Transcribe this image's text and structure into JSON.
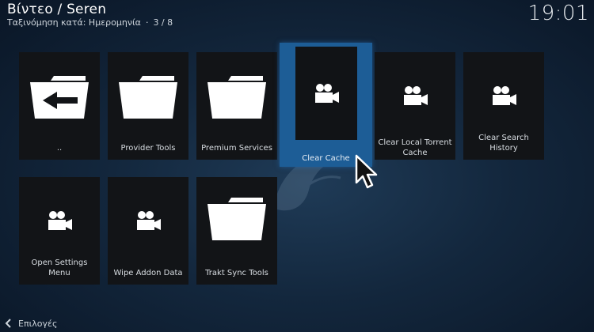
{
  "header": {
    "title": "Βίντεο / Seren",
    "sort_label": "Ταξινόμηση κατά: Ημερομηνία",
    "position": "3 / 8",
    "separator": "·"
  },
  "clock": "19:01",
  "tiles": [
    {
      "label": "..",
      "icon": "back-folder-icon"
    },
    {
      "label": "Provider Tools",
      "icon": "folder-icon"
    },
    {
      "label": "Premium Services",
      "icon": "folder-icon"
    },
    {
      "label": "Clear Cache",
      "icon": "camera-icon",
      "focused": true
    },
    {
      "label": "Clear Local Torrent Cache",
      "icon": "camera-icon"
    },
    {
      "label": "Clear Search History",
      "icon": "camera-icon"
    },
    {
      "label": "Open Settings Menu",
      "icon": "camera-icon"
    },
    {
      "label": "Wipe Addon Data",
      "icon": "camera-icon"
    },
    {
      "label": "Trakt Sync Tools",
      "icon": "folder-icon"
    }
  ],
  "footer": {
    "options_label": "Επιλογές"
  },
  "colors": {
    "focus": "#1d5d96",
    "tile": "#121417"
  }
}
